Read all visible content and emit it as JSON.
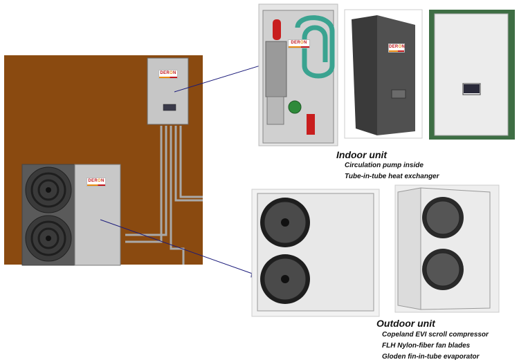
{
  "indoor": {
    "title": "Indoor unit",
    "features": [
      "Circulation pump inside",
      "Tube-in-tube heat exchanger"
    ]
  },
  "outdoor": {
    "title": "Outdoor unit",
    "features": [
      "Copeland EVI scroll compressor",
      "FLH Nylon-fiber fan blades",
      "Gloden fin-in-tube evaporator"
    ]
  },
  "brand": {
    "part1": "DER",
    "mark": "O",
    "part2": "N"
  },
  "colors": {
    "wall": "#8a4a10",
    "arrow": "#1a1a7a",
    "unit_panel": "#c8c8c8",
    "pipe_green": "#3aa390",
    "tank_red": "#c81e1e"
  }
}
